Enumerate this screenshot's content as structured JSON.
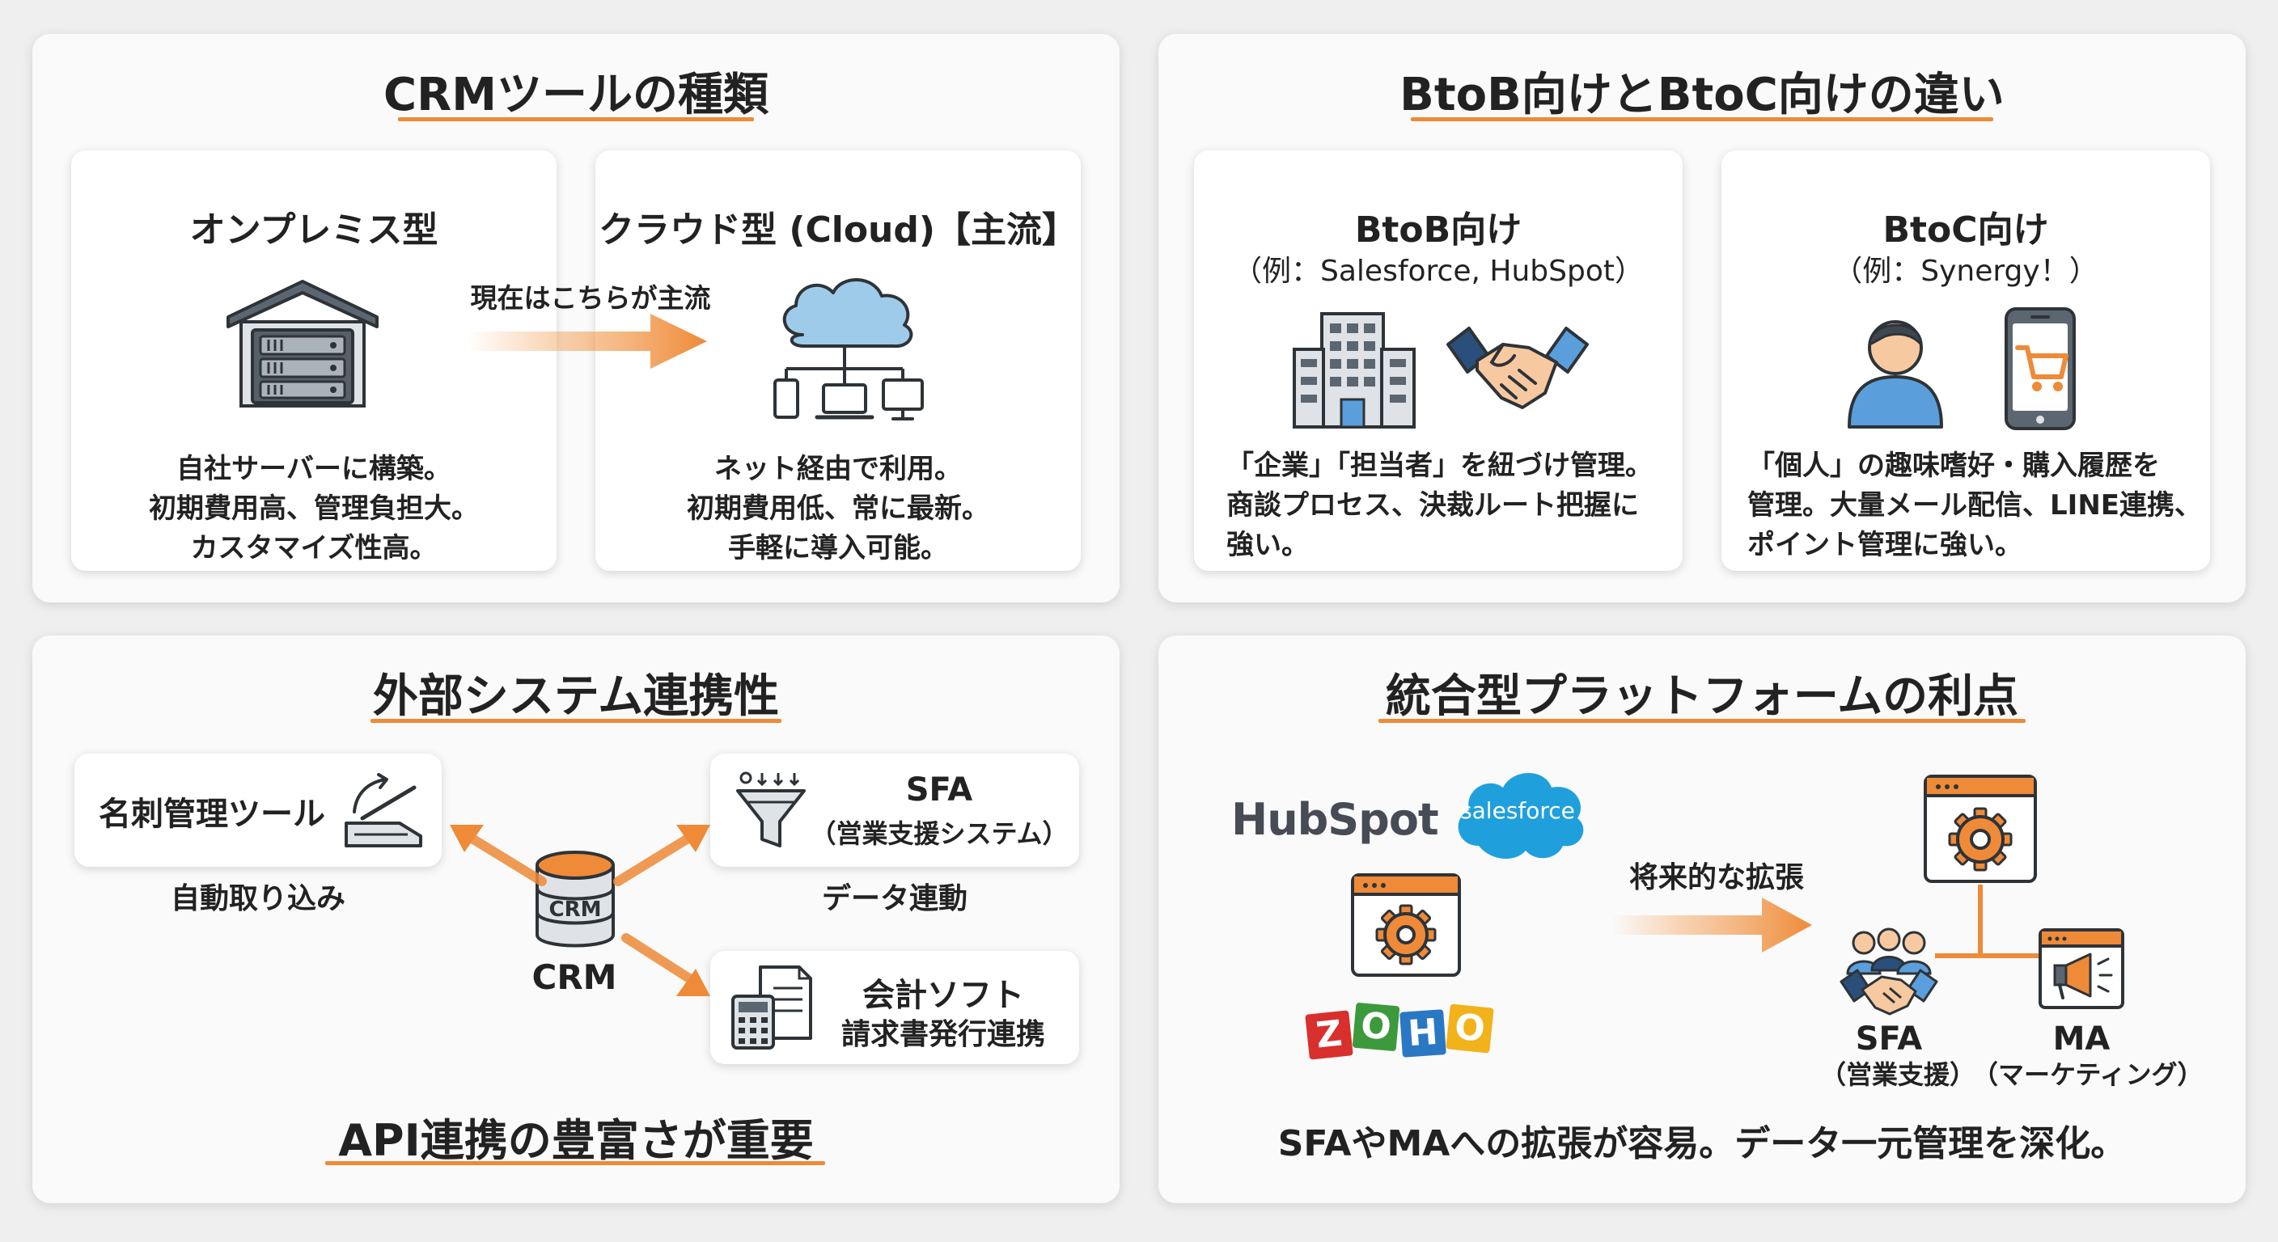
{
  "panels": {
    "crm_types": {
      "title": "CRMツールの種類",
      "onprem": {
        "title": "オンプレミス型",
        "lines": [
          "自社サーバーに構築。",
          "初期費用高、管理負担大。",
          "カスタマイズ性高。"
        ]
      },
      "cloud": {
        "title": "クラウド型 (Cloud)【主流】",
        "lines": [
          "ネット経由で利用。",
          "初期費用低、常に最新。",
          "手軽に導入可能。"
        ]
      },
      "arrow_label": "現在はこちらが主流"
    },
    "btob_btoc": {
      "title": "BtoB向けとBtoC向けの違い",
      "btob": {
        "title": "BtoB向け",
        "example": "（例：Salesforce, HubSpot）",
        "lines": [
          "「企業」「担当者」を紐づけ管理。",
          "商談プロセス、決裁ルート把握に",
          "強い。"
        ]
      },
      "btoc": {
        "title": "BtoC向け",
        "example": "（例：Synergy！）",
        "lines": [
          "「個人」の趣味嗜好・購入履歴を",
          "管理。大量メール配信、LINE連携、",
          "ポイント管理に強い。"
        ]
      }
    },
    "integration": {
      "title": "外部システム連携性",
      "meishi": {
        "label": "名刺管理ツール",
        "caption": "自動取り込み"
      },
      "sfa": {
        "title": "SFA",
        "sub": "（営業支援システム）",
        "caption": "データ連動"
      },
      "accounting": {
        "line1": "会計ソフト",
        "line2": "請求書発行連携"
      },
      "crm": {
        "icon_text": "CRM",
        "label": "CRM"
      },
      "footer": "API連携の豊富さが重要"
    },
    "platform": {
      "title": "統合型プラットフォームの利点",
      "logos": {
        "hubspot": "HubSpot",
        "salesforce": "salesforce",
        "zoho": [
          "Z",
          "O",
          "H",
          "O"
        ]
      },
      "arrow_label": "将来的な拡張",
      "sfa": {
        "title": "SFA",
        "sub": "（営業支援）"
      },
      "ma": {
        "title": "MA",
        "sub": "（マーケティング）"
      },
      "footer": "SFAやMAへの拡張が容易。データ一元管理を深化。"
    }
  },
  "icons": [
    "warehouse-server-icon",
    "cloud-devices-icon",
    "office-building-icon",
    "handshake-icon",
    "person-icon",
    "smartphone-cart-icon",
    "scanner-icon",
    "crm-database-icon",
    "funnel-icon",
    "accounting-icon",
    "settings-window-icon",
    "team-handshake-icon",
    "megaphone-window-icon"
  ],
  "colors": {
    "accent": "#ee8a38",
    "cloud": "#9ecbea",
    "person": "#5a9fdc",
    "salesforce": "#1fa0dc",
    "hubspot": "#464b55",
    "zoho": [
      "#d8302c",
      "#3c9a3c",
      "#2a78c4",
      "#f2b21a"
    ]
  }
}
